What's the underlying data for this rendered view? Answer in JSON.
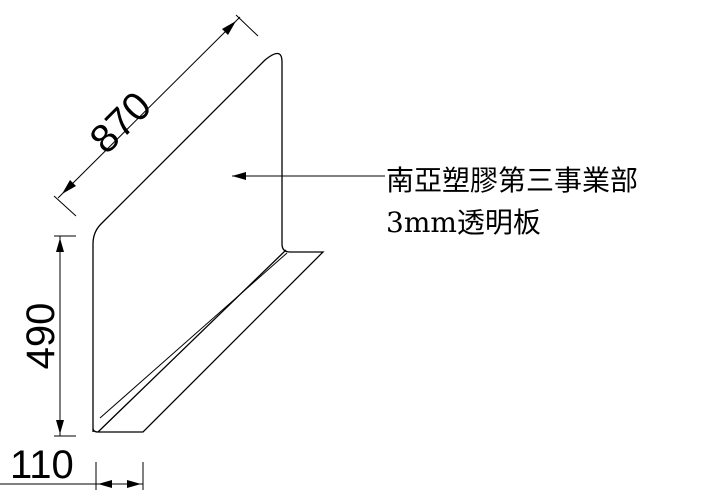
{
  "dimensions": {
    "length": "870",
    "height": "490",
    "base_depth": "110"
  },
  "note": {
    "line1": "南亞塑膠第三事業部",
    "line2": "3mm透明板"
  }
}
